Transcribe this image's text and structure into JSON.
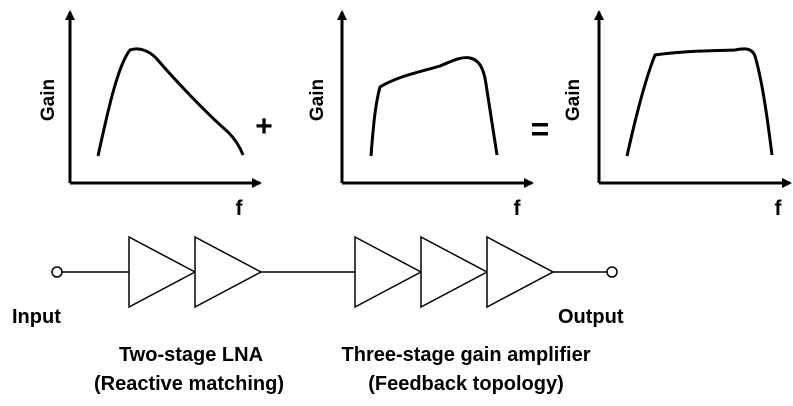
{
  "plots": [
    {
      "ylabel": "Gain",
      "xlabel": "f"
    },
    {
      "ylabel": "Gain",
      "xlabel": "f"
    },
    {
      "ylabel": "Gain",
      "xlabel": "f"
    }
  ],
  "operators": {
    "plus": "+",
    "equals": "="
  },
  "circuit": {
    "input_label": "Input",
    "output_label": "Output",
    "lna_title": "Two-stage LNA",
    "lna_subtitle": "(Reactive matching)",
    "amp_title": "Three-stage gain amplifier",
    "amp_subtitle": "(Feedback topology)"
  }
}
